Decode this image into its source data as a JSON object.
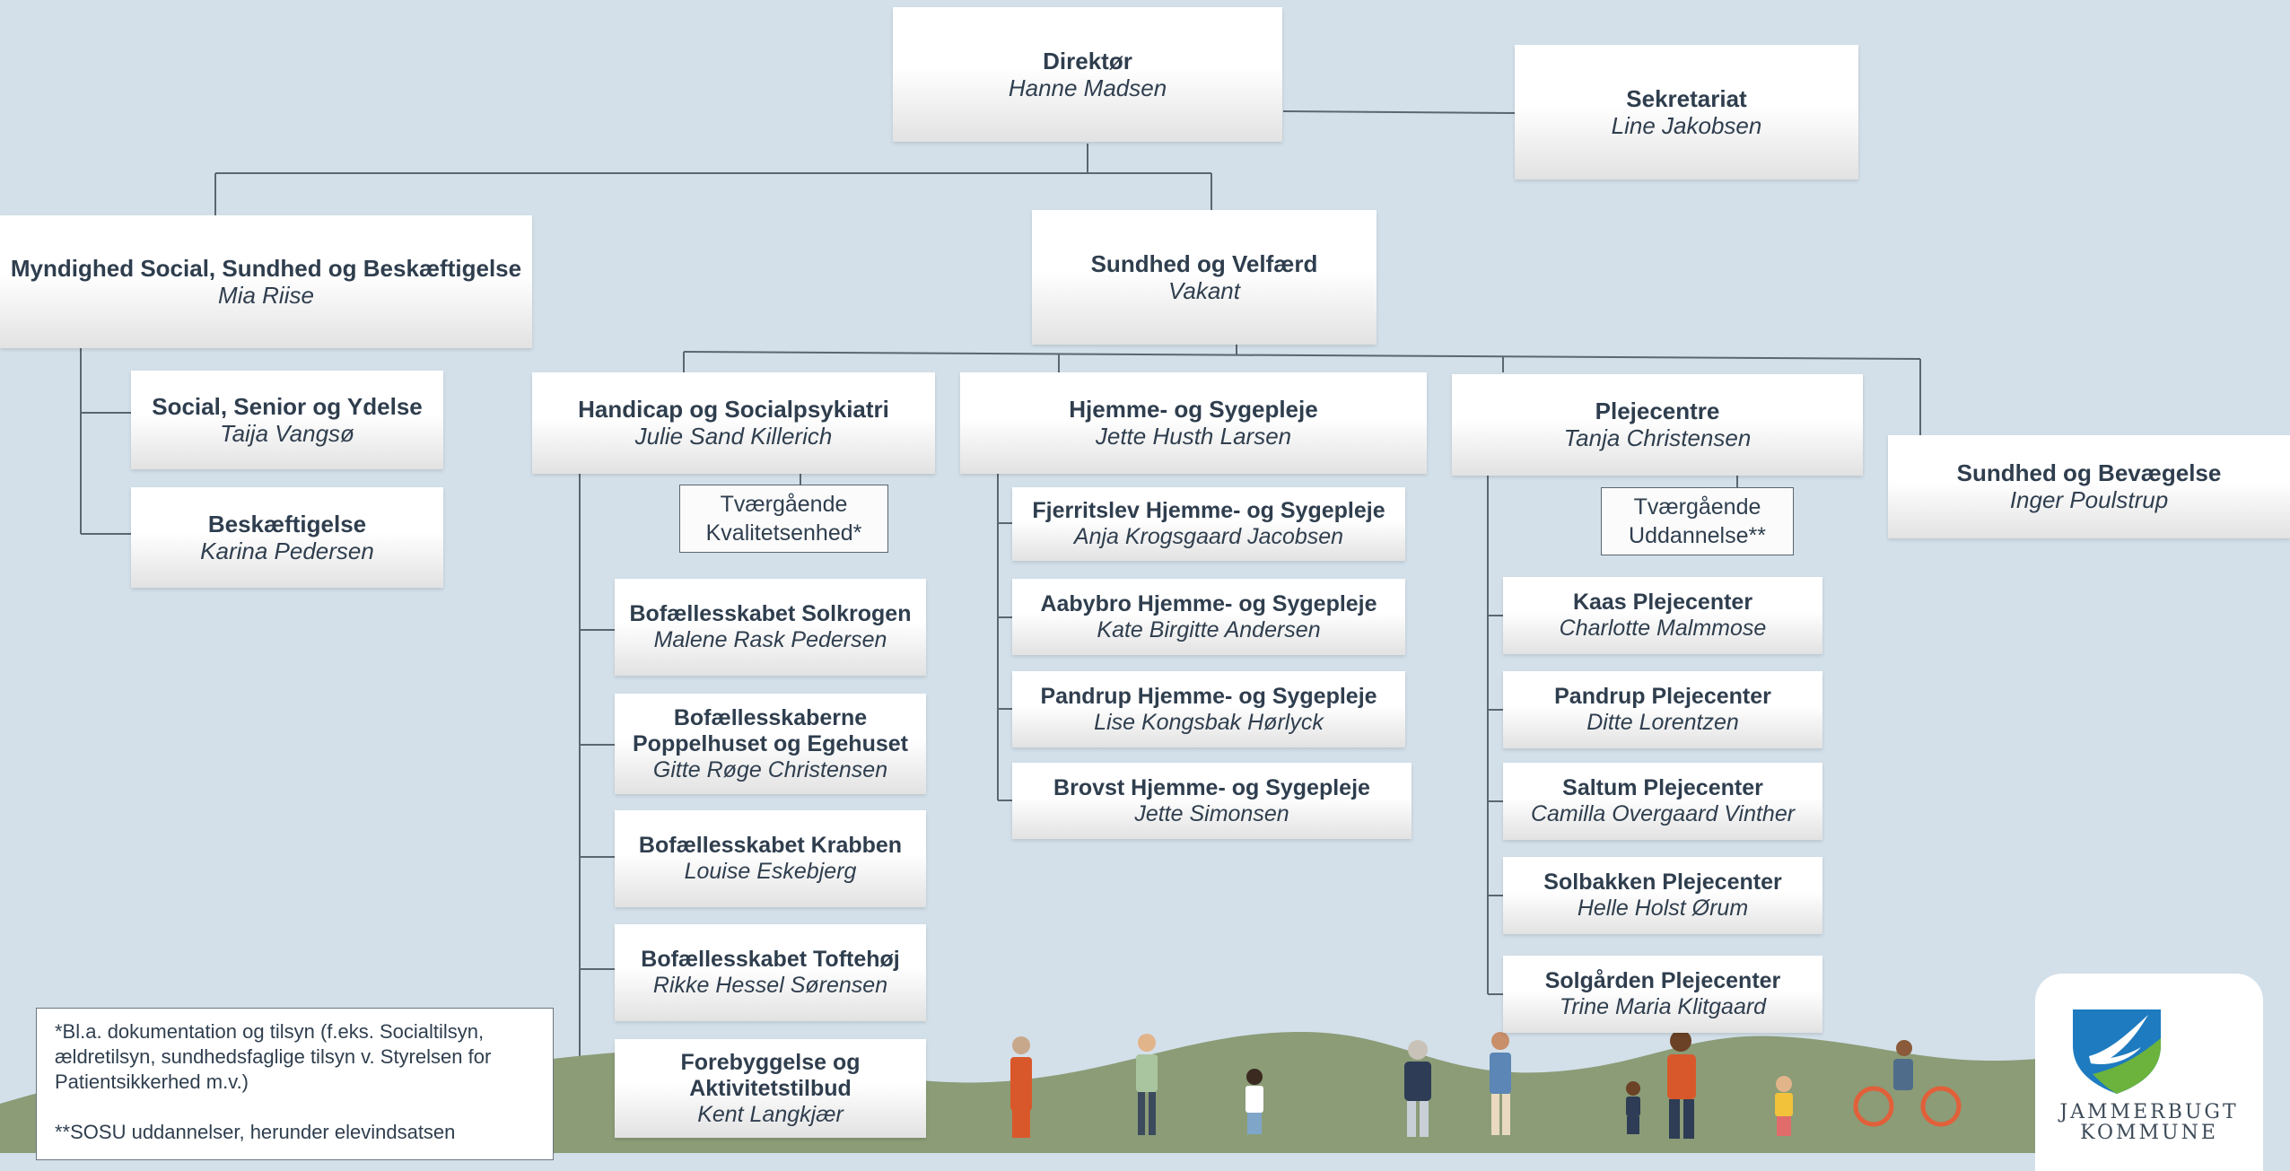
{
  "colors": {
    "background": "#d3e0ea",
    "connector": "#5a6670",
    "text": "#2f3e4e",
    "hills": "#8b9c77",
    "logo_blue": "#1e7bbf",
    "logo_green": "#6bb33d"
  },
  "director": {
    "title": "Direktør",
    "name": "Hanne Madsen"
  },
  "secretariat": {
    "title": "Sekretariat",
    "name": "Line Jakobsen"
  },
  "authority": {
    "title": "Myndighed Social, Sundhed og Beskæftigelse",
    "name": "Mia Riise",
    "children": [
      {
        "title": "Social, Senior og Ydelse",
        "name": "Taija Vangsø"
      },
      {
        "title": "Beskæftigelse",
        "name": "Karina Pedersen"
      }
    ]
  },
  "health_welfare": {
    "title": "Sundhed og Velfærd",
    "name": "Vakant"
  },
  "handicap": {
    "title": "Handicap og Socialpsykiatri",
    "name": "Julie Sand Killerich",
    "staff_unit": {
      "line1": "Tværgående",
      "line2": "Kvalitetsenhed*"
    },
    "children": [
      {
        "title": "Bofællesskabet Solkrogen",
        "name": "Malene Rask Pedersen"
      },
      {
        "title": "Bofællesskaberne Poppelhuset og Egehuset",
        "name": "Gitte Røge Christensen"
      },
      {
        "title": "Bofællesskabet Krabben",
        "name": "Louise Eskebjerg"
      },
      {
        "title": "Bofællesskabet Toftehøj",
        "name": "Rikke Hessel Sørensen"
      },
      {
        "title": "Forebyggelse og Aktivitetstilbud",
        "name": "Kent Langkjær"
      }
    ]
  },
  "home_care": {
    "title": "Hjemme- og Sygepleje",
    "name": "Jette Husth Larsen",
    "children": [
      {
        "title": "Fjerritslev Hjemme- og Sygepleje",
        "name": "Anja Krogsgaard Jacobsen"
      },
      {
        "title": "Aabybro Hjemme- og Sygepleje",
        "name": "Kate Birgitte Andersen"
      },
      {
        "title": "Pandrup Hjemme- og Sygepleje",
        "name": "Lise Kongsbak Hørlyck"
      },
      {
        "title": "Brovst Hjemme- og Sygepleje",
        "name": "Jette Simonsen"
      }
    ]
  },
  "nursing": {
    "title": "Plejecentre",
    "name": "Tanja Christensen",
    "staff_unit": {
      "line1": "Tværgående",
      "line2": "Uddannelse**"
    },
    "children": [
      {
        "title": "Kaas Plejecenter",
        "name": "Charlotte Malmmose"
      },
      {
        "title": "Pandrup Plejecenter",
        "name": "Ditte Lorentzen"
      },
      {
        "title": "Saltum Plejecenter",
        "name": "Camilla Overgaard Vinther"
      },
      {
        "title": "Solbakken Plejecenter",
        "name": "Helle Holst Ørum"
      },
      {
        "title": "Solgården Plejecenter",
        "name": "Trine Maria Klitgaard"
      }
    ]
  },
  "health_movement": {
    "title": "Sundhed og Bevægelse",
    "name": "Inger Poulstrup"
  },
  "footnote": {
    "note1": "*Bl.a. dokumentation og tilsyn (f.eks. Socialtilsyn, ældretilsyn, sundhedsfaglige tilsyn v. Styrelsen for Patientsikkerhed m.v.)",
    "note2": "**SOSU uddannelser, herunder elevindsatsen"
  },
  "logo": {
    "line1": "JAMMERBUGT",
    "line2": "KOMMUNE"
  }
}
